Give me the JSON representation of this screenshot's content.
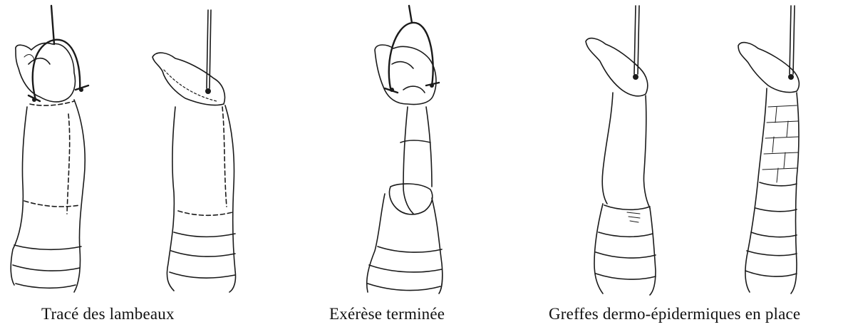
{
  "captions": {
    "flaps_outline": "Tracé des lambeaux",
    "excision_done": "Exérèse terminée",
    "grafts_in_place": "Greffes dermo-épidermiques en place"
  }
}
